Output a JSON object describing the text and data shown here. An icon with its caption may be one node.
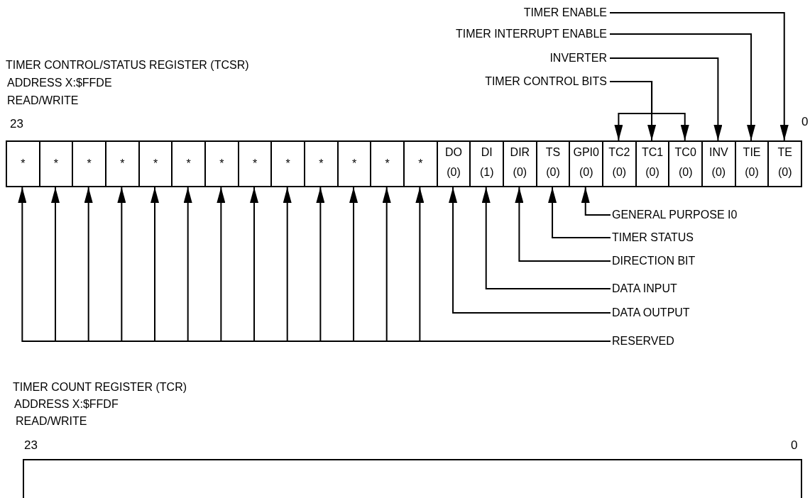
{
  "diagram": {
    "nodes": [
      {
        "text": [
          "TIMER ENABLE"
        ]
      },
      {
        "text": [
          "TIMER INTERRUPT ENABLE"
        ]
      },
      {
        "text": [
          "INVERTER"
        ]
      },
      {
        "text": [
          "TIMER CONTROL BITS"
        ]
      },
      {
        "text": [
          "*"
        ]
      },
      {
        "text": [
          "*"
        ]
      },
      {
        "text": [
          "*"
        ]
      },
      {
        "text": [
          "*"
        ]
      },
      {
        "text": [
          "*"
        ]
      },
      {
        "text": [
          "*"
        ]
      },
      {
        "text": [
          "*"
        ]
      },
      {
        "text": [
          "*"
        ]
      },
      {
        "text": [
          "*"
        ]
      },
      {
        "text": [
          "*"
        ]
      },
      {
        "text": [
          "*"
        ]
      },
      {
        "text": [
          "*"
        ]
      },
      {
        "text": [
          "*"
        ]
      },
      {
        "text": [
          "DO",
          "(0)"
        ]
      },
      {
        "text": [
          "DI",
          "(1)"
        ]
      },
      {
        "text": [
          "DIR",
          "(0)"
        ]
      },
      {
        "text": [
          "TS",
          "(0)"
        ]
      },
      {
        "text": [
          "GPI0",
          "(0)"
        ]
      },
      {
        "text": [
          "TC2",
          "(0)"
        ]
      },
      {
        "text": [
          "TC1",
          "(0)"
        ]
      },
      {
        "text": [
          "TC0",
          "(0)"
        ]
      },
      {
        "text": [
          "INV",
          "(0)"
        ]
      },
      {
        "text": [
          "TIE",
          "(0)"
        ]
      },
      {
        "text": [
          "TE",
          "(0)"
        ]
      },
      {
        "text": [
          "GENERAL PURPOSE I0"
        ]
      },
      {
        "text": [
          "TIMER STATUS"
        ]
      },
      {
        "text": [
          "DIRECTION BIT"
        ]
      },
      {
        "text": [
          "DATA INPUT"
        ]
      },
      {
        "text": [
          "DATA OUTPUT"
        ]
      },
      {
        "text": [
          "RESERVED"
        ]
      },
      {
        "text": [],
        "shape": "box"
      }
    ],
    "edges": [
      {
        "from": 0,
        "to": 27,
        "arrow": "to"
      },
      {
        "from": 1,
        "to": 26,
        "arrow": "to"
      },
      {
        "from": 2,
        "to": 25,
        "arrow": "to"
      },
      {
        "from": 3,
        "to": 22,
        "arrow": "to"
      },
      {
        "from": 3,
        "to": 23,
        "arrow": "to"
      },
      {
        "from": 3,
        "to": 24,
        "arrow": "to"
      },
      {
        "from": 28,
        "to": 21,
        "arrow": "to"
      },
      {
        "from": 29,
        "to": 20,
        "arrow": "to"
      },
      {
        "from": 30,
        "to": 19,
        "arrow": "to"
      },
      {
        "from": 31,
        "to": 18,
        "arrow": "to"
      },
      {
        "from": 32,
        "to": 17,
        "arrow": "to"
      },
      {
        "from": 33,
        "to": 4,
        "arrow": "to"
      },
      {
        "from": 33,
        "to": 5,
        "arrow": "to"
      },
      {
        "from": 33,
        "to": 6,
        "arrow": "to"
      },
      {
        "from": 33,
        "to": 7,
        "arrow": "to"
      },
      {
        "from": 33,
        "to": 8,
        "arrow": "to"
      },
      {
        "from": 33,
        "to": 9,
        "arrow": "to"
      },
      {
        "from": 33,
        "to": 10,
        "arrow": "to"
      },
      {
        "from": 33,
        "to": 11,
        "arrow": "to"
      },
      {
        "from": 33,
        "to": 12,
        "arrow": "to"
      },
      {
        "from": 33,
        "to": 13,
        "arrow": "to"
      },
      {
        "from": 33,
        "to": 14,
        "arrow": "to"
      },
      {
        "from": 33,
        "to": 15,
        "arrow": "to"
      },
      {
        "from": 33,
        "to": 16,
        "arrow": "to"
      }
    ],
    "labels": [
      "TIMER CONTROL/STATUS REGISTER (TCSR)",
      "ADDRESS X:$FFDE",
      "READ/WRITE",
      "23",
      "0",
      "TIMER COUNT REGISTER (TCR)",
      "ADDRESS X:$FFDF",
      "READ/WRITE",
      "23",
      "0"
    ]
  }
}
